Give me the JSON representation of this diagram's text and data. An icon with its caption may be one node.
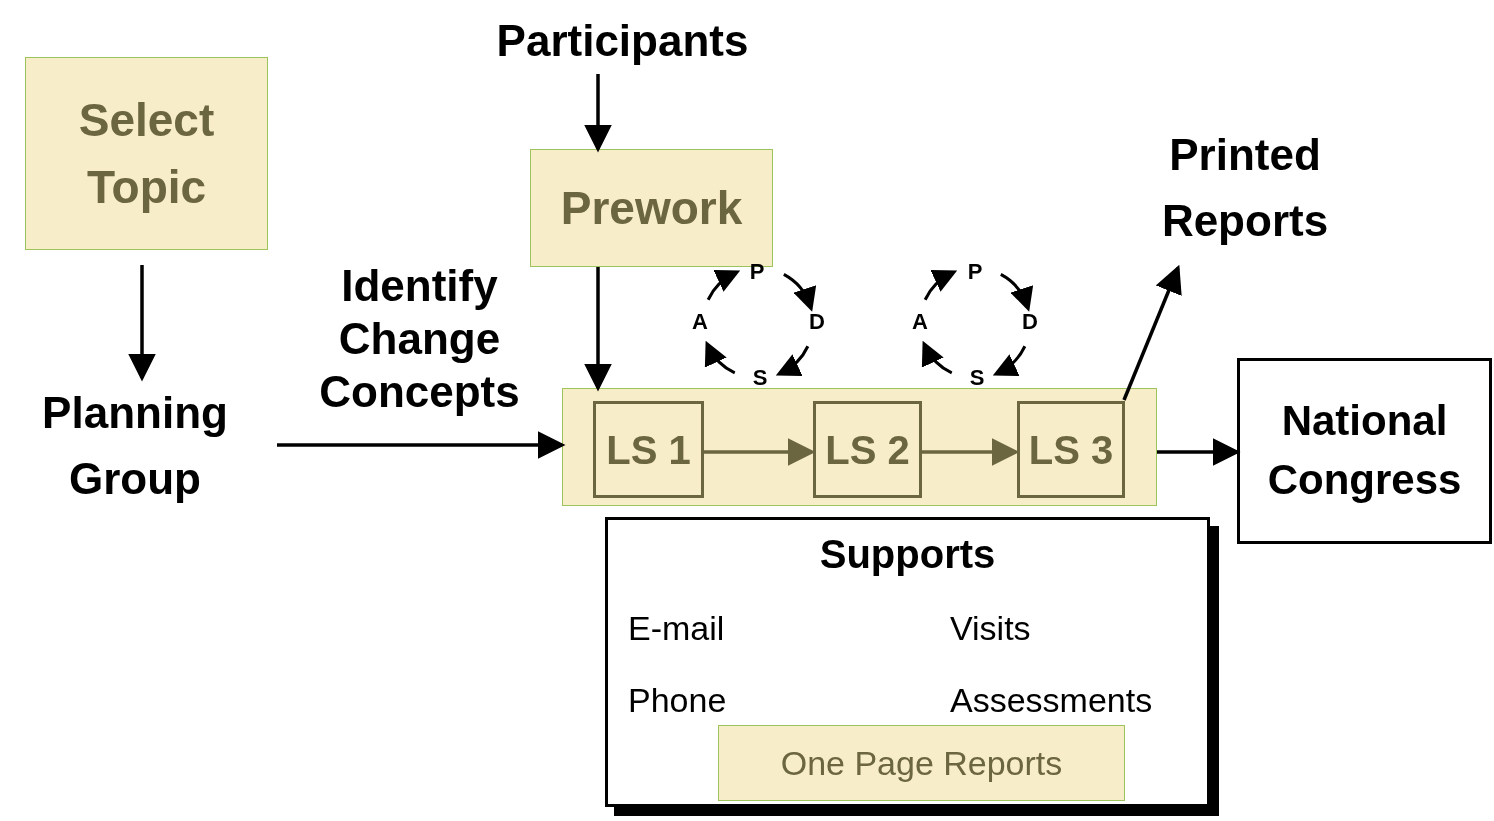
{
  "diagram": {
    "nodes": [
      {
        "text": [
          "Select Topic"
        ]
      },
      {
        "text": [
          "Participants"
        ]
      },
      {
        "text": [
          "Prework"
        ]
      },
      {
        "text": [
          "Printed Reports"
        ]
      },
      {
        "text": [
          "Planning Group"
        ]
      },
      {
        "text": [],
        "shape": "box"
      },
      {
        "text": [
          "LS 1"
        ],
        "in": 5
      },
      {
        "text": [
          "LS 2"
        ],
        "in": 5
      },
      {
        "text": [
          "LS 3"
        ],
        "in": 5
      },
      {
        "text": [
          "National Congress"
        ]
      },
      {
        "text": [
          "Supports"
        ]
      },
      {
        "text": [
          "One Page Reports"
        ],
        "in": 10
      }
    ],
    "edges": [
      {
        "from": 0,
        "to": 4,
        "arrow": "to"
      },
      {
        "from": 1,
        "to": 2,
        "arrow": "to"
      },
      {
        "from": 2,
        "to": 5,
        "arrow": "to"
      },
      {
        "from": 4,
        "to": 5,
        "arrow": "to",
        "label": "Identify Change Concepts"
      },
      {
        "from": 6,
        "to": 7,
        "arrow": "to",
        "color": "#6b6540"
      },
      {
        "from": 7,
        "to": 8,
        "arrow": "to",
        "color": "#6b6540"
      },
      {
        "from": 8,
        "to": 3,
        "arrow": "to"
      },
      {
        "from": 5,
        "to": 9,
        "arrow": "to"
      }
    ],
    "labels": [
      "P",
      "D",
      "S",
      "A",
      "P",
      "D",
      "S",
      "A",
      "E-mail",
      "Visits",
      "Phone",
      "Assessments"
    ]
  }
}
